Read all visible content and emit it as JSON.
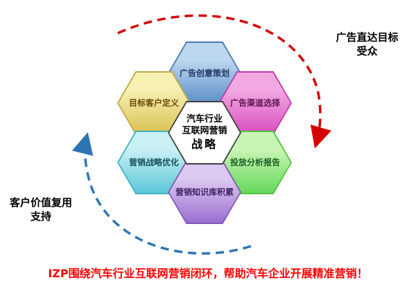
{
  "diagram": {
    "center": {
      "lines": [
        "汽车行业",
        "互联网营销",
        "战略"
      ],
      "fill": "#ffffff",
      "border": "#3f3f3f",
      "text_color": "#000000"
    },
    "hexagons": [
      {
        "label": "广告创意策划",
        "fill_top": "#bdd7f0",
        "fill_bottom": "#5b8fc9",
        "border_color": "#4a7ab5",
        "text_color": "#1f3864"
      },
      {
        "label": "目标客户定义",
        "fill_top": "#f7f0b4",
        "fill_bottom": "#d9c252",
        "border_color": "#c0a93e",
        "text_color": "#6b4a00"
      },
      {
        "label": "广告渠道选择",
        "fill_top": "#f2a9e2",
        "fill_bottom": "#d94fc0",
        "border_color": "#bf3ba8",
        "text_color": "#5e1650"
      },
      {
        "label": "营销战略优化",
        "fill_top": "#c9f0f5",
        "fill_bottom": "#5cc8d9",
        "border_color": "#3fafc4",
        "text_color": "#174f59"
      },
      {
        "label": "投放分析报告",
        "fill_top": "#c9f5b4",
        "fill_bottom": "#66d95b",
        "border_color": "#4fc43f",
        "text_color": "#1d5c25"
      },
      {
        "label": "营销知识库积累",
        "fill_top": "#dcc9f2",
        "fill_bottom": "#9a6fd0",
        "border_color": "#8257b8",
        "text_color": "#3a2363"
      }
    ],
    "annotations": {
      "right": {
        "line1": "广告直达目标",
        "line2": "受众"
      },
      "left": {
        "line1": "客户价值复用",
        "line2": "支持"
      }
    },
    "arrows": {
      "red": {
        "color": "#d40000",
        "name": "clockwise-top-arc"
      },
      "blue": {
        "color": "#2e74b5",
        "name": "counterclockwise-bottom-arc"
      }
    }
  },
  "caption": {
    "text": "IZP围绕汽车行业互联网营销闭环，帮助汽车企业开展精准营销！",
    "color": "#ff0000"
  }
}
